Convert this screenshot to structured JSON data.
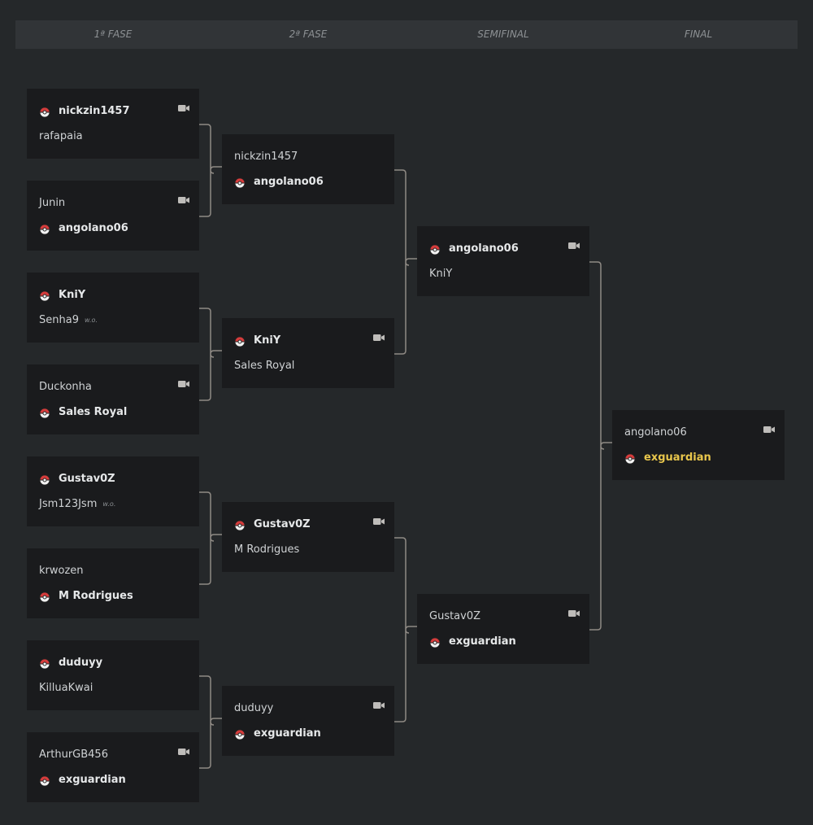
{
  "phases": [
    "1ª FASE",
    "2ª FASE",
    "SEMIFINAL",
    "FINAL"
  ],
  "colors": {
    "background": "#25282a",
    "header": "#313437",
    "card": "#1a1b1d",
    "connector": "#8f8a84",
    "champion": "#e8c64c"
  },
  "icons": {
    "winner_marker": "pokeball-icon",
    "replay": "video-camera-icon"
  },
  "round1": [
    {
      "p1": "nickzin1457",
      "p1_wo": "",
      "p2": "rafapaia",
      "p2_wo": "",
      "winner": 1,
      "replay": true
    },
    {
      "p1": "Junin",
      "p1_wo": "",
      "p2": "angolano06",
      "p2_wo": "",
      "winner": 2,
      "replay": true
    },
    {
      "p1": "KniY",
      "p1_wo": "",
      "p2": "Senha9",
      "p2_wo": "w.o.",
      "winner": 1,
      "replay": false
    },
    {
      "p1": "Duckonha",
      "p1_wo": "",
      "p2": "Sales Royal",
      "p2_wo": "",
      "winner": 2,
      "replay": true
    },
    {
      "p1": "Gustav0Z",
      "p1_wo": "",
      "p2": "Jsm123Jsm",
      "p2_wo": "w.o.",
      "winner": 1,
      "replay": false
    },
    {
      "p1": "krwozen",
      "p1_wo": "",
      "p2": "M Rodrigues",
      "p2_wo": "",
      "winner": 2,
      "replay": false
    },
    {
      "p1": "duduyy",
      "p1_wo": "",
      "p2": "KilluaKwai",
      "p2_wo": "",
      "winner": 1,
      "replay": false
    },
    {
      "p1": "ArthurGB456",
      "p1_wo": "",
      "p2": "exguardian",
      "p2_wo": "",
      "winner": 2,
      "replay": true
    }
  ],
  "round2": [
    {
      "p1": "nickzin1457",
      "p2": "angolano06",
      "winner": 2,
      "replay": false
    },
    {
      "p1": "KniY",
      "p2": "Sales Royal",
      "winner": 1,
      "replay": true
    },
    {
      "p1": "Gustav0Z",
      "p2": "M Rodrigues",
      "winner": 1,
      "replay": true
    },
    {
      "p1": "duduyy",
      "p2": "exguardian",
      "winner": 2,
      "replay": true
    }
  ],
  "semifinal": [
    {
      "p1": "angolano06",
      "p2": "KniY",
      "winner": 1,
      "replay": true
    },
    {
      "p1": "Gustav0Z",
      "p2": "exguardian",
      "winner": 2,
      "replay": true
    }
  ],
  "final": [
    {
      "p1": "angolano06",
      "p2": "exguardian",
      "winner": 2,
      "replay": true,
      "champion": true
    }
  ]
}
